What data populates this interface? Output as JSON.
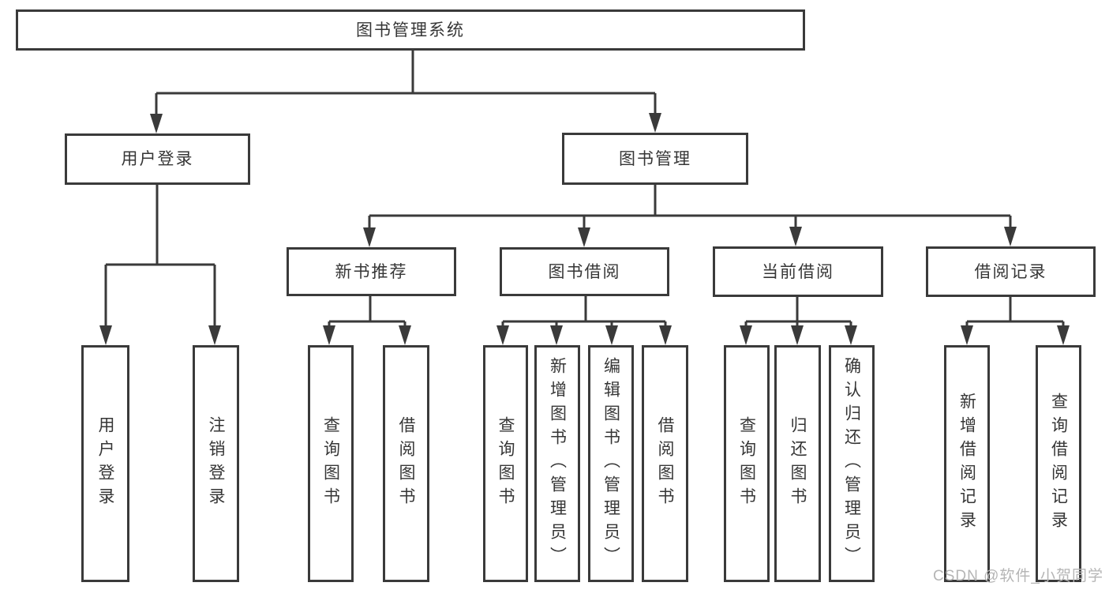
{
  "diagram": {
    "title": "图书管理系统",
    "branches": [
      {
        "label": "用户登录",
        "leaves": [
          "用户登录",
          "注销登录"
        ]
      },
      {
        "label": "图书管理",
        "sections": [
          {
            "label": "新书推荐",
            "leaves": [
              "查询图书",
              "借阅图书"
            ]
          },
          {
            "label": "图书借阅",
            "leaves": [
              "查询图书",
              "新增图书（管理员）",
              "编辑图书（管理员）",
              "借阅图书"
            ]
          },
          {
            "label": "当前借阅",
            "leaves": [
              "查询图书",
              "归还图书",
              "确认归还（管理员）"
            ]
          },
          {
            "label": "借阅记录",
            "leaves": [
              "新增借阅记录",
              "查询借阅记录"
            ]
          }
        ]
      }
    ]
  },
  "watermark": "CSDN @软件_小贺同学",
  "colors": {
    "line": "#3a3a3a",
    "text": "#363636",
    "box_background": "#ffffff",
    "watermark": "#b5b5b5"
  }
}
